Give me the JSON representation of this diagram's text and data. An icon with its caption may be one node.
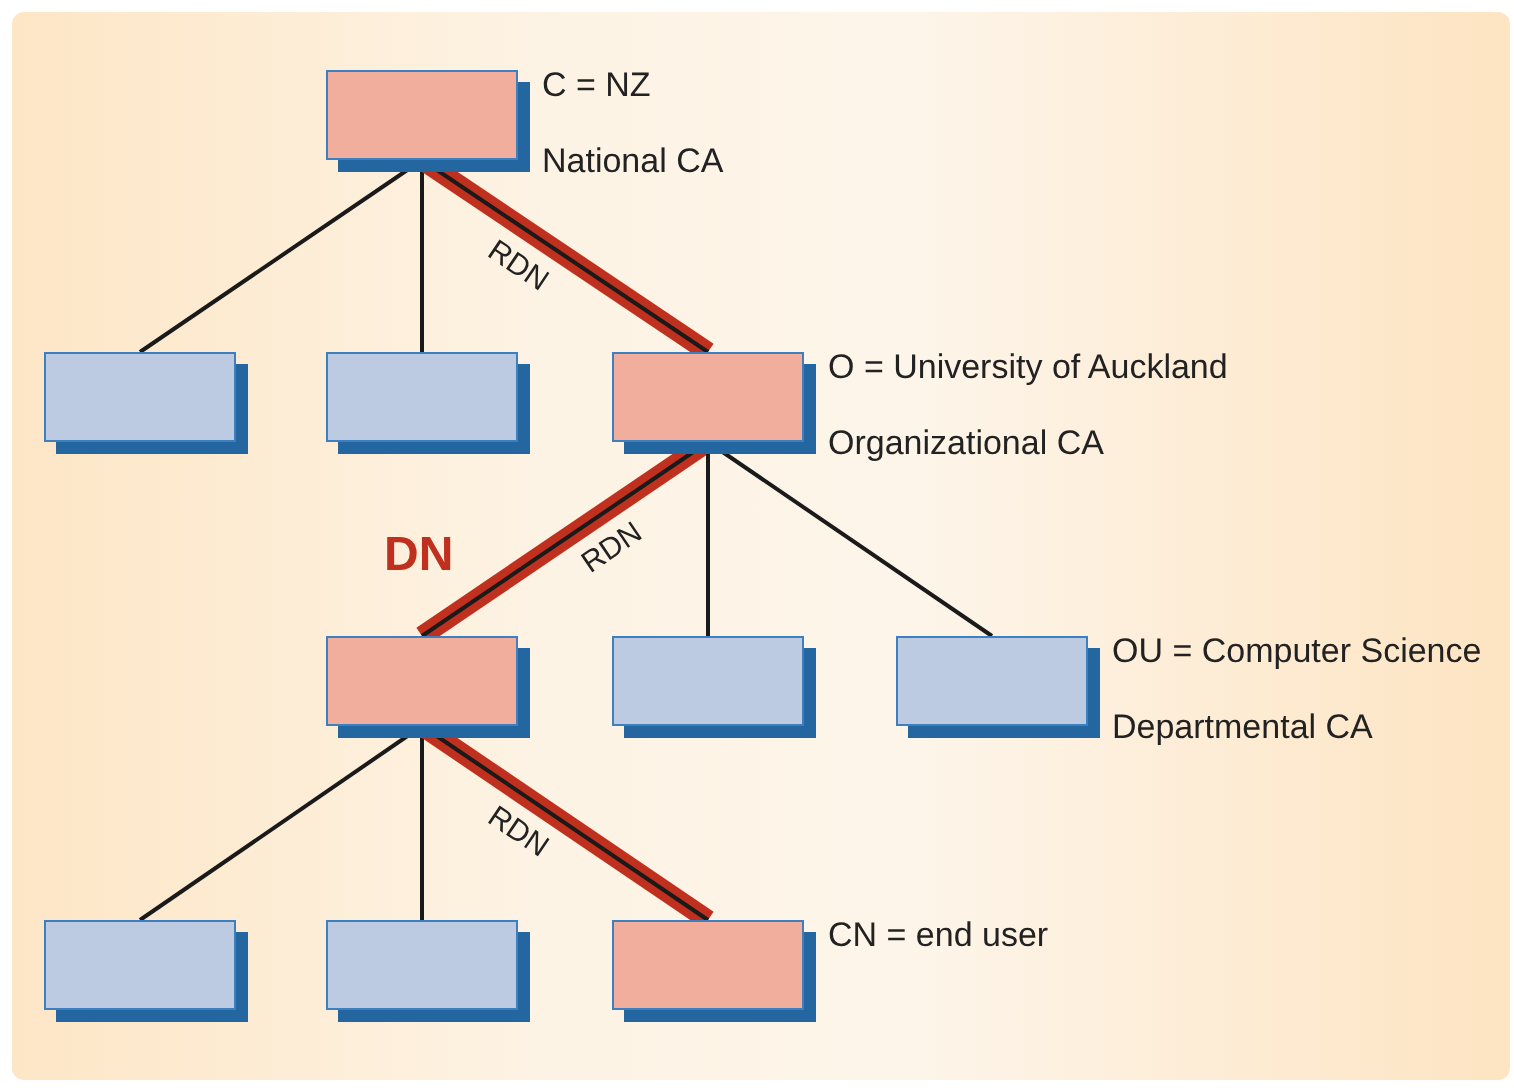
{
  "diagram": {
    "nodes": [
      {
        "text": [],
        "shape": "box",
        "beside": [
          "C = NZ",
          "National CA"
        ]
      },
      {
        "text": [],
        "shape": "box"
      },
      {
        "text": [],
        "shape": "box"
      },
      {
        "text": [],
        "shape": "box",
        "beside": [
          "O = University of Auckland",
          "Organizational CA"
        ]
      },
      {
        "text": [],
        "shape": "box"
      },
      {
        "text": [],
        "shape": "box"
      },
      {
        "text": [],
        "shape": "box",
        "beside": [
          "OU = Computer Science",
          "Departmental CA"
        ]
      },
      {
        "text": [],
        "shape": "box"
      },
      {
        "text": [],
        "shape": "box"
      },
      {
        "text": [],
        "shape": "box",
        "beside": [
          "CN = end user"
        ]
      }
    ],
    "edges": [
      {
        "from": 0,
        "to": 1,
        "arrow": "none"
      },
      {
        "from": 0,
        "to": 2,
        "arrow": "none"
      },
      {
        "from": 0,
        "to": 3,
        "arrow": "none",
        "label": "RDN",
        "style": "thick",
        "color": "#c0301e"
      },
      {
        "from": 3,
        "to": 4,
        "arrow": "none",
        "label": "RDN",
        "style": "thick",
        "color": "#c0301e"
      },
      {
        "from": 3,
        "to": 5,
        "arrow": "none"
      },
      {
        "from": 3,
        "to": 6,
        "arrow": "none"
      },
      {
        "from": 4,
        "to": 7,
        "arrow": "none"
      },
      {
        "from": 4,
        "to": 8,
        "arrow": "none"
      },
      {
        "from": 4,
        "to": 9,
        "arrow": "none",
        "label": "RDN",
        "style": "thick",
        "color": "#c0301e"
      }
    ],
    "labels": [
      "DN"
    ]
  }
}
